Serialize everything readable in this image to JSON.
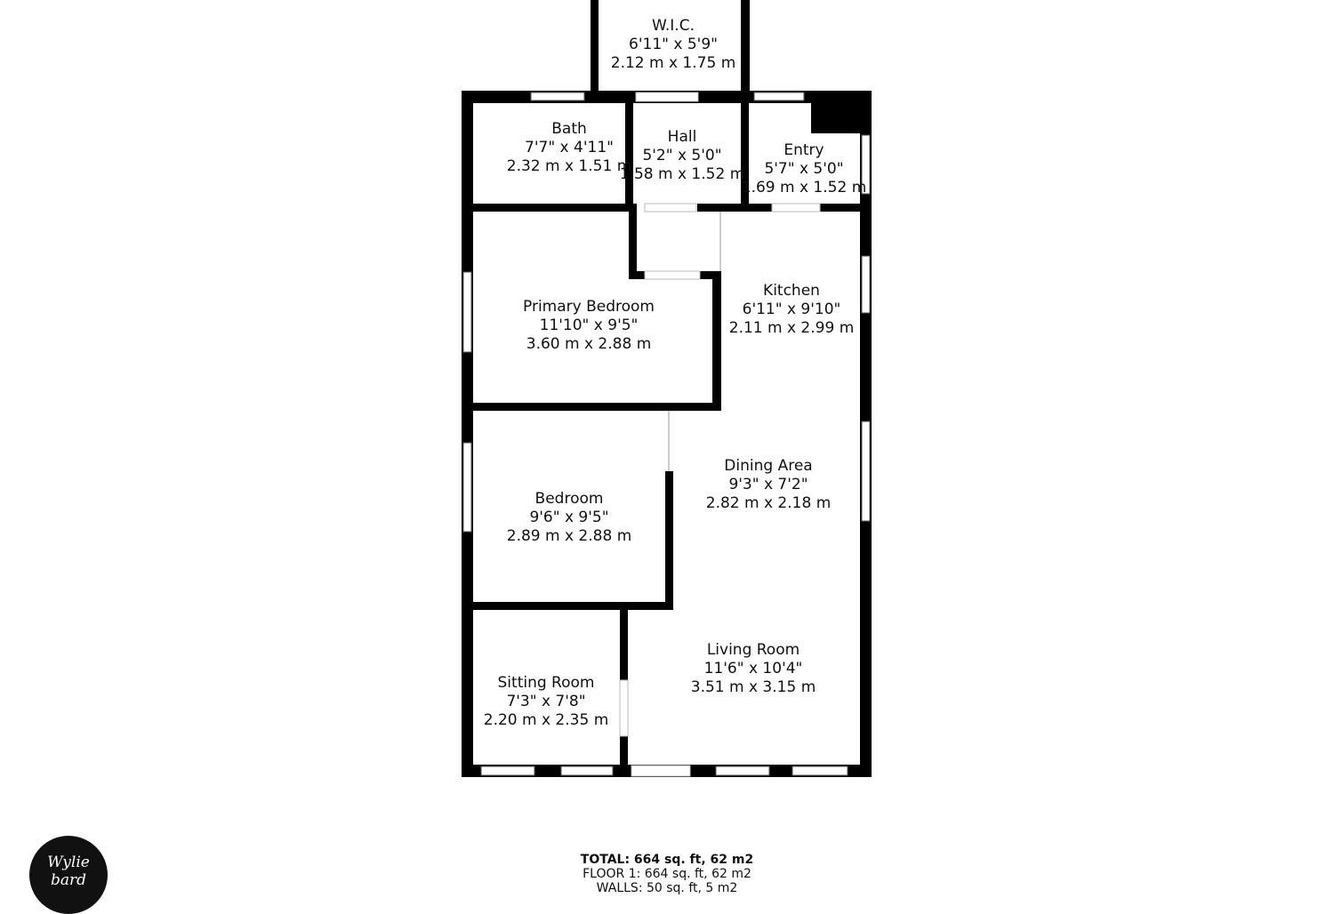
{
  "rooms": {
    "wic": {
      "name": "W.I.C.",
      "imperial": "6'11\" x 5'9\"",
      "metric": "2.12 m x 1.75 m"
    },
    "bath": {
      "name": "Bath",
      "imperial": "7'7\" x 4'11\"",
      "metric": "2.32 m x 1.51 m"
    },
    "hall": {
      "name": "Hall",
      "imperial": "5'2\" x 5'0\"",
      "metric": "1.58 m x 1.52 m"
    },
    "entry": {
      "name": "Entry",
      "imperial": "5'7\" x 5'0\"",
      "metric": "1.69 m x 1.52 m"
    },
    "primary_bedroom": {
      "name": "Primary Bedroom",
      "imperial": "11'10\" x 9'5\"",
      "metric": "3.60 m x 2.88 m"
    },
    "kitchen": {
      "name": "Kitchen",
      "imperial": "6'11\" x 9'10\"",
      "metric": "2.11 m x 2.99 m"
    },
    "bedroom": {
      "name": "Bedroom",
      "imperial": "9'6\" x 9'5\"",
      "metric": "2.89 m x 2.88 m"
    },
    "dining_area": {
      "name": "Dining Area",
      "imperial": "9'3\" x 7'2\"",
      "metric": "2.82 m x 2.18 m"
    },
    "living_room": {
      "name": "Living Room",
      "imperial": "11'6\" x 10'4\"",
      "metric": "3.51 m x 3.15 m"
    },
    "sitting_room": {
      "name": "Sitting Room",
      "imperial": "7'3\" x 7'8\"",
      "metric": "2.20 m x 2.35 m"
    }
  },
  "footer": {
    "total": "TOTAL: 664 sq. ft, 62 m2",
    "floor1": "FLOOR 1: 664 sq. ft, 62 m2",
    "walls": "WALLS: 50 sq. ft, 5 m2"
  },
  "logo": {
    "line1": "Wylie",
    "line2": "bard"
  },
  "colors": {
    "wall": "#000000",
    "window": "#ffffff",
    "background": "#ffffff",
    "text": "#111111"
  }
}
